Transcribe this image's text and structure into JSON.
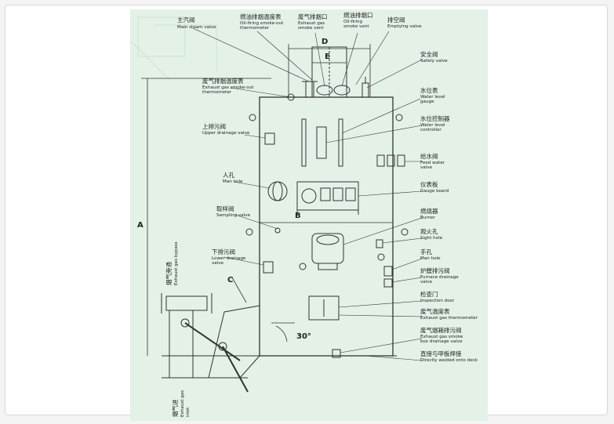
{
  "labels": {
    "main_steam_valve": {
      "zh": "主汽阀",
      "en": "Main steam valve"
    },
    "oil_smoke_thermo": {
      "zh": "燃油排烟温度表",
      "en1": "Oil-firing smoke-out",
      "en2": "thermometer"
    },
    "exhaust_vent": {
      "zh": "废气排烟口",
      "en1": "Exhaust gas",
      "en2": "smoke vent"
    },
    "oil_vent": {
      "zh": "燃油排烟口",
      "en1": "Oil-firing",
      "en2": "smoke vent"
    },
    "emptying_valve": {
      "zh": "排空阀",
      "en": "Emptying valve"
    },
    "safety_valve": {
      "zh": "安全阀",
      "en": "Safety valve"
    },
    "exhaust_thermo": {
      "zh": "废气排烟温度表",
      "en1": "Exhaust gas smoke-out",
      "en2": "thermometer"
    },
    "water_level_gauge": {
      "zh": "水位表",
      "en1": "Water level",
      "en2": "gauge"
    },
    "water_level_controller": {
      "zh": "水位控制器",
      "en1": "Water level",
      "en2": "controller"
    },
    "upper_drainage": {
      "zh": "上排污阀",
      "en": "Upper drainage valve"
    },
    "feed_water_valve": {
      "zh": "给水阀",
      "en1": "Feed water",
      "en2": "valve"
    },
    "man_hole": {
      "zh": "人孔",
      "en": "Man hole"
    },
    "gauge_board": {
      "zh": "仪表板",
      "en": "Gauge board"
    },
    "sampling_valve": {
      "zh": "取样阀",
      "en": "Sampling valve"
    },
    "burner": {
      "zh": "燃烧器",
      "en": "Burner"
    },
    "sight_hole": {
      "zh": "观火孔",
      "en": "Sight hole"
    },
    "lower_drainage": {
      "zh": "下排污阀",
      "en1": "Lower drainage",
      "en2": "valve"
    },
    "hand_hole": {
      "zh": "手孔",
      "en": "Man hole"
    },
    "furnace_drainage": {
      "zh": "炉膛排污阀",
      "en1": "Furnace drainage",
      "en2": "valve"
    },
    "inspection_door": {
      "zh": "检查门",
      "en": "Inspection door"
    },
    "exhaust_gas_thermo": {
      "zh": "废气温度表",
      "en": "Exhaust gas thermometer"
    },
    "smoke_box_drainage": {
      "zh": "废气烟箱排污阀",
      "en1": "Exhaust gas smoke",
      "en2": "box drainage valve"
    },
    "welded_deck": {
      "zh": "直接与甲板焊接",
      "en": "Directly welded onto deck"
    },
    "bypass": {
      "zh": "烟气旁通",
      "en": "Exhaust gas bypass"
    },
    "inlet": {
      "zh": "烟气进",
      "en1": "Exhaust gas",
      "en2": "inlet"
    }
  },
  "dimensions": {
    "A": "A",
    "B": "B",
    "C": "C",
    "D": "D",
    "E": "E",
    "angle": "30°"
  }
}
